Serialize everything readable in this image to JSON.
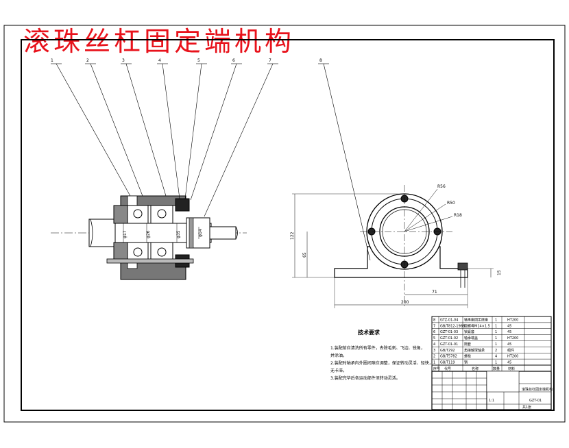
{
  "title": "滚珠丝杠固定端机构",
  "callouts": [
    "1",
    "2",
    "3",
    "4",
    "5",
    "6",
    "7",
    "8"
  ],
  "dimensions": {
    "section_dias": [
      "φ17",
      "φ26",
      "φ35",
      "φ14"
    ],
    "height_total": "122",
    "height_center": "65",
    "width_total": "200",
    "half_span": "71",
    "foot_height": "15",
    "r_outer": "R56",
    "r_mid": "R50",
    "r_inner": "R18"
  },
  "tech_notes": {
    "heading": "技术要求",
    "lines": [
      "1.装配前应清洗所有零件，去除毛刺、飞边、锐角，",
      "  并涂油。",
      "2.装配时轴承内外圈间隙应调整，保证转动灵活、轻快，",
      "  无卡滞。",
      "3.装配完毕后各运动部件须转动灵活。"
    ]
  },
  "bom": [
    {
      "no": "8",
      "code": "GTZ-01-04",
      "name": "轴承座固定底座",
      "qty": "1",
      "mat": "HT200"
    },
    {
      "no": "7",
      "code": "GB/T812-1988",
      "name": "圆螺母M14×1.5",
      "qty": "1",
      "mat": "45"
    },
    {
      "no": "6",
      "code": "GZT-01-03",
      "name": "锁紧套",
      "qty": "1",
      "mat": "45"
    },
    {
      "no": "5",
      "code": "GZT-01-02",
      "name": "轴承端盖",
      "qty": "1",
      "mat": "HT200"
    },
    {
      "no": "4",
      "code": "GZT-01-01",
      "name": "隔套",
      "qty": "1",
      "mat": "45"
    },
    {
      "no": "3",
      "code": "GB/T292",
      "name": "角接触球轴承",
      "qty": "2",
      "mat": "组件"
    },
    {
      "no": "2",
      "code": "GB/T5782",
      "name": "螺栓",
      "qty": "4",
      "mat": "HT200"
    },
    {
      "no": "1",
      "code": "GB/T119",
      "name": "销",
      "qty": "1",
      "mat": "45"
    }
  ],
  "bom_header": {
    "no": "序号",
    "code": "代号",
    "name": "名称",
    "qty": "数量",
    "mat": "材料"
  },
  "title_block": {
    "name": "滚珠丝杠固定端机构",
    "drawing_no": "GZT-01",
    "scale": "1:1",
    "sheet": "共1张"
  }
}
